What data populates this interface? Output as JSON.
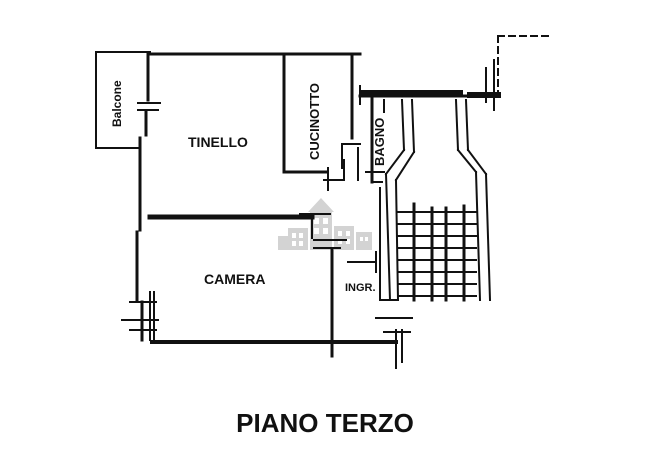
{
  "plan": {
    "title": "PIANO TERZO",
    "rooms": {
      "balcone": "Balcone",
      "tinello": "TINELLO",
      "cucinotto": "CUCINOTTO",
      "bagno": "BAGNO",
      "camera": "CAMERA",
      "ingresso": "INGR."
    },
    "colors": {
      "wall": "#111111",
      "watermark": "#cfcfcf",
      "background": "#ffffff"
    },
    "watermark_icon": "building-logo-icon"
  }
}
